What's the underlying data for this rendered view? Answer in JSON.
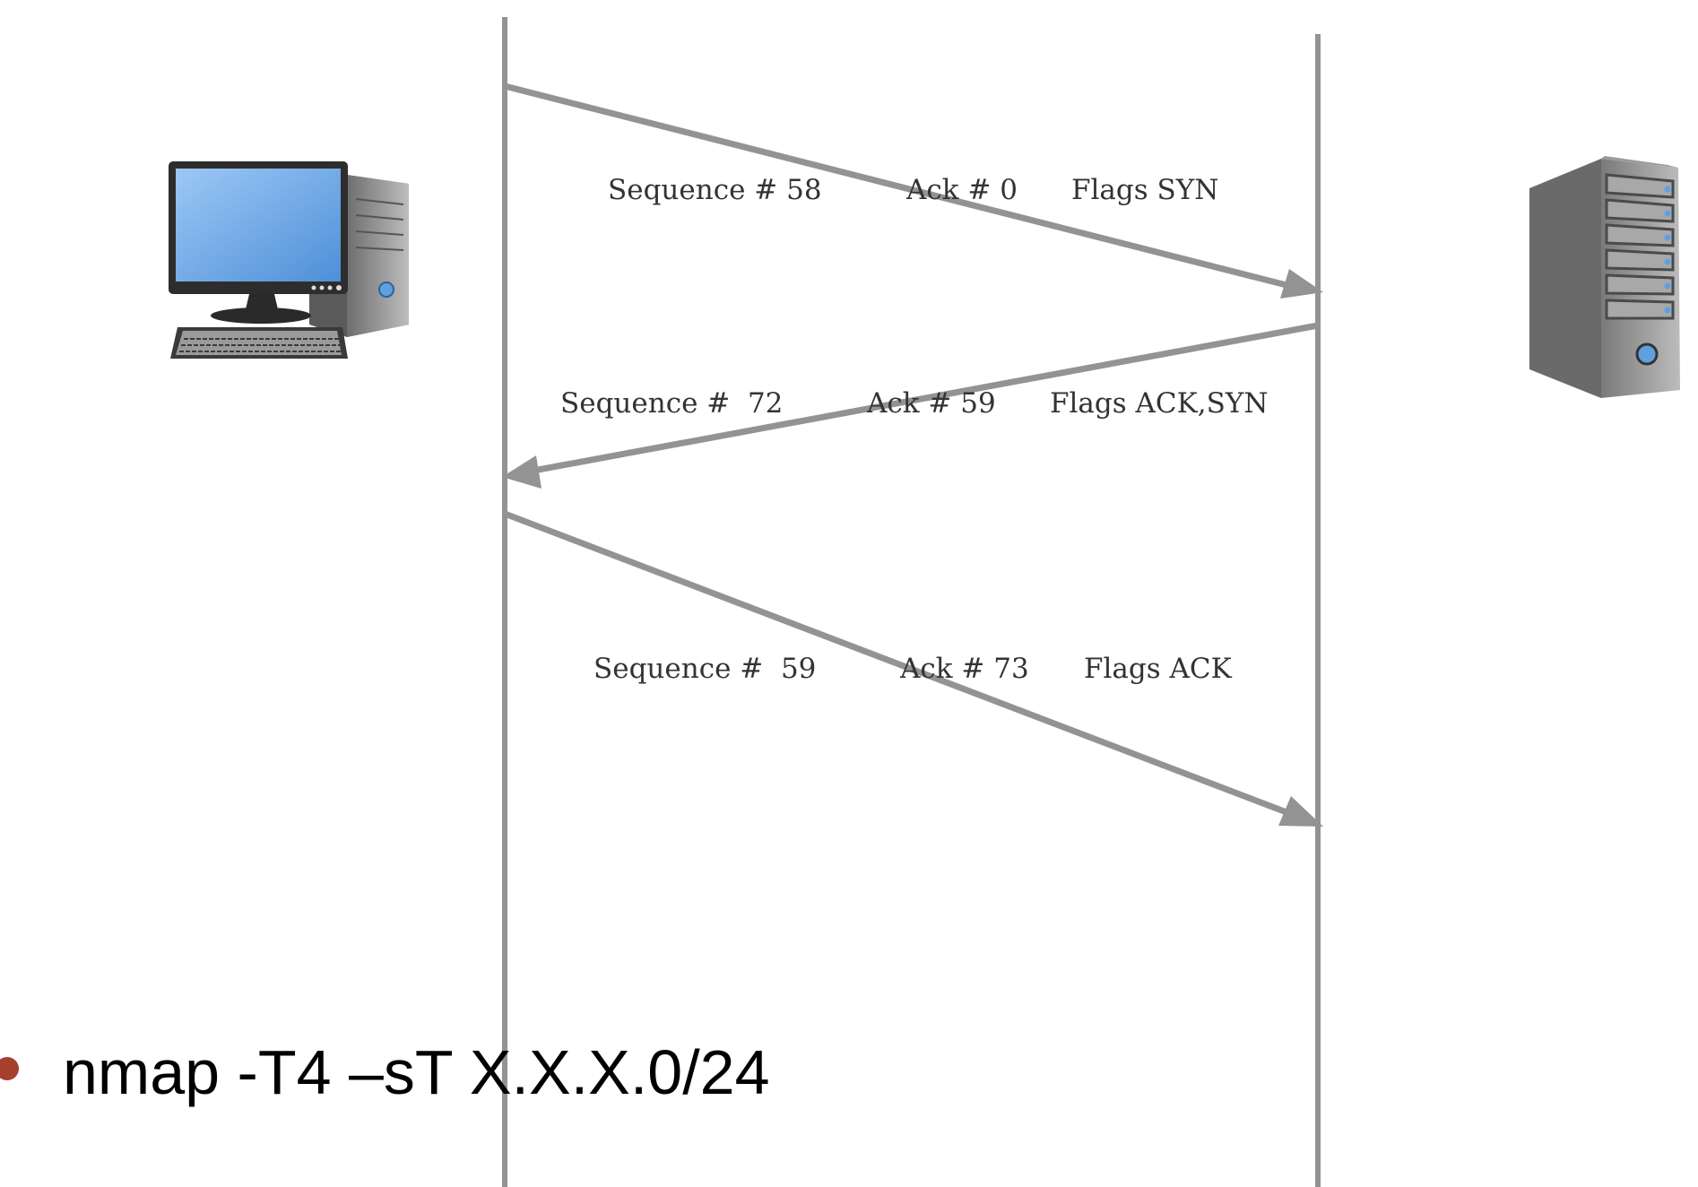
{
  "diagram": {
    "colors": {
      "lines": "#939393",
      "label_text": "#333333",
      "bullet": "#a5402d",
      "command_text": "#000000",
      "monitor_screen": "#6fa8e8",
      "server_body": "#8a8a8a"
    },
    "client_icon": "desktop-computer-icon",
    "server_icon": "server-tower-icon",
    "packets": [
      {
        "direction": "client-to-server",
        "sequence": "Sequence # 58",
        "ack": "Ack # 0",
        "flags": "Flags SYN"
      },
      {
        "direction": "server-to-client",
        "sequence": "Sequence #  72",
        "ack": "Ack # 59",
        "flags": "Flags ACK,SYN"
      },
      {
        "direction": "client-to-server",
        "sequence": "Sequence #  59",
        "ack": "Ack # 73",
        "flags": "Flags ACK"
      }
    ]
  },
  "bullet": {
    "text": "nmap -T4 –sT X.X.X.0/24"
  }
}
